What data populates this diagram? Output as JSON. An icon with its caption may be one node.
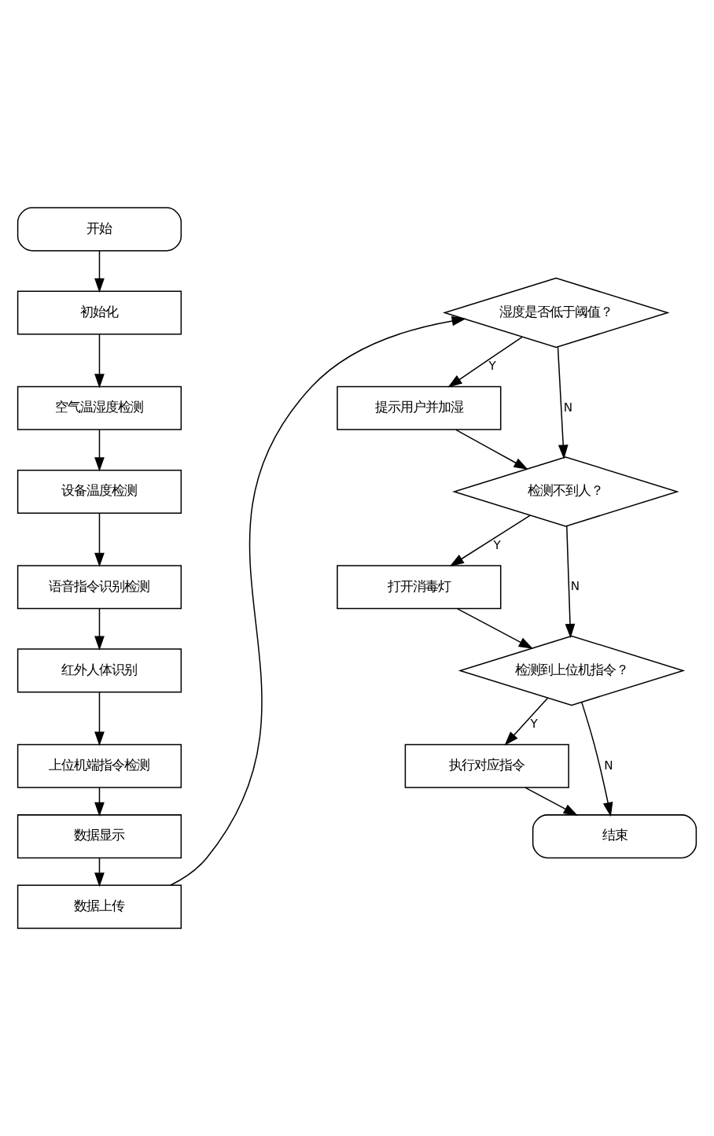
{
  "diagram": {
    "nodes": [
      {
        "text": [
          "开始"
        ]
      },
      {
        "text": [
          "初始化"
        ]
      },
      {
        "text": [
          "空气温湿度检测"
        ]
      },
      {
        "text": [
          "设备温度检测"
        ]
      },
      {
        "text": [
          "语音指令识别检测"
        ]
      },
      {
        "text": [
          "红外人体识别"
        ]
      },
      {
        "text": [
          "上位机端指令检测"
        ]
      },
      {
        "text": [
          "数据显示"
        ]
      },
      {
        "text": [
          "数据上传"
        ]
      },
      {
        "text": [
          "湿度是否低于阈值？"
        ]
      },
      {
        "text": [
          "提示用户并加湿"
        ]
      },
      {
        "text": [
          "检测不到人？"
        ]
      },
      {
        "text": [
          "打开消毒灯"
        ]
      },
      {
        "text": [
          "检测到上位机指令？"
        ]
      },
      {
        "text": [
          "执行对应指令"
        ]
      },
      {
        "text": [
          "结束"
        ]
      }
    ],
    "edges": [
      {
        "from": 0,
        "to": 1,
        "arrow": "to"
      },
      {
        "from": 1,
        "to": 2,
        "arrow": "to"
      },
      {
        "from": 2,
        "to": 3,
        "arrow": "to"
      },
      {
        "from": 3,
        "to": 4,
        "arrow": "to"
      },
      {
        "from": 4,
        "to": 5,
        "arrow": "to"
      },
      {
        "from": 5,
        "to": 6,
        "arrow": "to"
      },
      {
        "from": 6,
        "to": 7,
        "arrow": "to"
      },
      {
        "from": 7,
        "to": 8,
        "arrow": "to"
      },
      {
        "from": 8,
        "to": 9,
        "arrow": "to"
      },
      {
        "from": 9,
        "to": 10,
        "arrow": "to",
        "label": "Y"
      },
      {
        "from": 9,
        "to": 11,
        "arrow": "to",
        "label": "N"
      },
      {
        "from": 10,
        "to": 11,
        "arrow": "to"
      },
      {
        "from": 11,
        "to": 12,
        "arrow": "to",
        "label": "Y"
      },
      {
        "from": 11,
        "to": 13,
        "arrow": "to",
        "label": "N"
      },
      {
        "from": 12,
        "to": 13,
        "arrow": "to"
      },
      {
        "from": 13,
        "to": 14,
        "arrow": "to",
        "label": "Y"
      },
      {
        "from": 13,
        "to": 15,
        "arrow": "to",
        "label": "N"
      },
      {
        "from": 14,
        "to": 15,
        "arrow": "to"
      }
    ]
  }
}
